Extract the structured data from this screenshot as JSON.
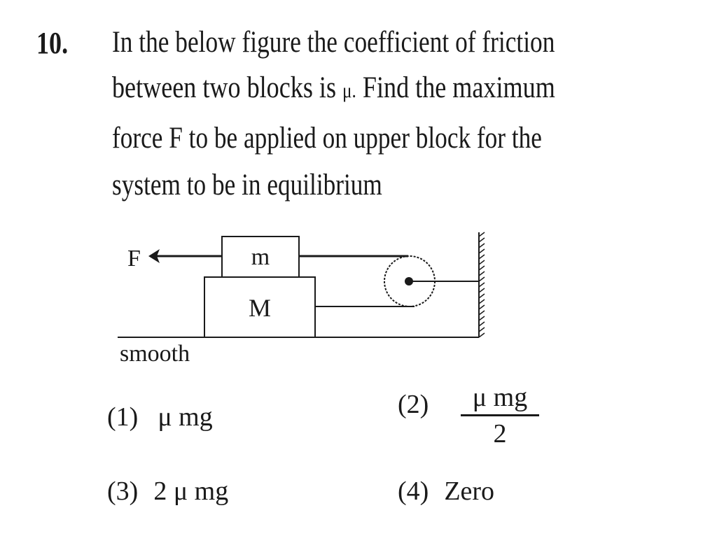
{
  "question": {
    "number": "10.",
    "lines": [
      "In the below figure the coefficient of friction",
      "between two blocks is μ. Find the maximum",
      "force F to be applied on upper block for the",
      "system to be in equilibrium"
    ],
    "line2_parts": {
      "before": "between two blocks is ",
      "mu": "μ.",
      "after": " Find the maximum"
    }
  },
  "figure": {
    "force_label": "F",
    "upper_block_label": "m",
    "lower_block_label": "M",
    "surface_label": "smooth",
    "icons": [
      "force-arrow-left",
      "pulley",
      "wall-hatching"
    ],
    "stroke_color": "#1a1a1a"
  },
  "options": [
    {
      "number": "(1)",
      "text": "μ mg"
    },
    {
      "number": "(2)",
      "numerator": "μ mg",
      "denominator": "2"
    },
    {
      "number": "(3)",
      "text": "2 μ mg"
    },
    {
      "number": "(4)",
      "text": "Zero"
    }
  ]
}
